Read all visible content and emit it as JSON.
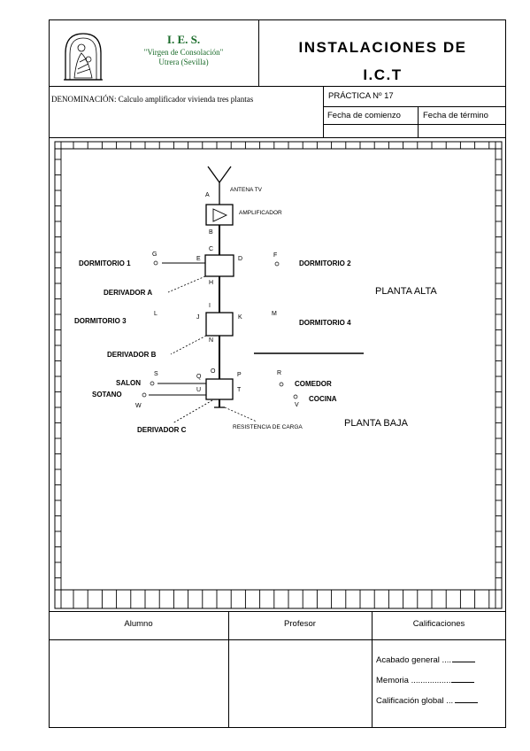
{
  "header": {
    "school_name": "I. E. S.",
    "school_motto": "\"Virgen de Consolación\"",
    "school_city": "Utrera (Sevilla)",
    "title_line1": "INSTALACIONES DE",
    "title_line2": "I.C.T"
  },
  "info": {
    "denominacion": "DENOMINACIÓN: Calculo amplificador vivienda tres plantas",
    "practica": "PRÁCTICA Nº 17",
    "fecha_comienzo": "Fecha de comienzo",
    "fecha_termino": "Fecha de término"
  },
  "diagram": {
    "antena": "ANTENA TV",
    "amplificador": "AMPLIFICADOR",
    "points": [
      "A",
      "B",
      "C",
      "D",
      "E",
      "F",
      "G",
      "H",
      "I",
      "J",
      "K",
      "L",
      "M",
      "N",
      "O",
      "P",
      "Q",
      "R",
      "S",
      "T",
      "U",
      "V",
      "W"
    ],
    "rooms": {
      "dormitorio1": "DORMITORIO 1",
      "dormitorio2": "DORMITORIO 2",
      "dormitorio3": "DORMITORIO 3",
      "dormitorio4": "DORMITORIO 4",
      "salon": "SALON",
      "sotano": "SOTANO",
      "comedor": "COMEDOR",
      "cocina": "COCINA"
    },
    "derivador_a": "DERIVADOR  A",
    "derivador_b": "DERIVADOR  B",
    "derivador_c": "DERIVADOR  C",
    "resistencia": "RESISTENCIA DE CARGA",
    "planta_alta": "PLANTA ALTA",
    "planta_baja": "PLANTA BAJA"
  },
  "footer": {
    "alumno": "Alumno",
    "profesor": "Profesor",
    "calificaciones": "Calificaciones",
    "acabado": "Acabado general  ....",
    "memoria": "Memoria  .................",
    "calif_global": "Calificación global ..."
  }
}
